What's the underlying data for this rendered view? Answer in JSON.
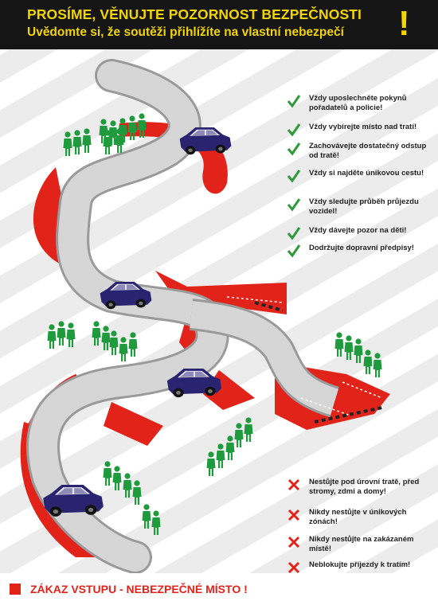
{
  "header": {
    "line1": "PROSÍME, VĚNUJTE POZORNOST BEZPEČNOSTI",
    "line2": "Uvědomte si, že soutěži přihlížíte na vlastní nebezpečí",
    "exclamation": "!"
  },
  "do_rules": [
    {
      "icon": "check-icon",
      "text": "Vždy uposlechněte pokynů pořadatelů a policie!"
    },
    {
      "icon": "check-icon",
      "text": "Vždy vybírejte místo nad tratí!"
    },
    {
      "icon": "check-icon",
      "text": "Zachovávejte dostatečný odstup od tratě!"
    },
    {
      "icon": "check-icon",
      "text": "Vždy si najděte únikovou cestu!"
    },
    {
      "icon": "check-icon",
      "text": "Vždy sledujte průběh průjezdu vozidel!"
    },
    {
      "icon": "check-icon",
      "text": "Vždy dávejte pozor na děti!"
    },
    {
      "icon": "check-icon",
      "text": "Dodržujte dopravní předpisy!"
    }
  ],
  "dont_rules": [
    {
      "icon": "cross-icon",
      "text": "Nestůjte pod úrovní tratě, před stromy, zdmi a domy!"
    },
    {
      "icon": "cross-icon",
      "text": "Nikdy nestůjte v únikových zónách!"
    },
    {
      "icon": "cross-icon",
      "text": "Nikdy nestůjte na zakázaném místě!"
    },
    {
      "icon": "cross-icon",
      "text": "Neblokujte příjezdy k tratím!"
    }
  ],
  "footer": {
    "text": "ZÁKAZ VSTUPU - NEBEZPEČNÉ MÍSTO !"
  },
  "colors": {
    "header_bg": "#151515",
    "header_text": "#f3d500",
    "danger_red": "#e2231a",
    "check_green": "#2e9a3a",
    "spectator_green": "#1f9a3c",
    "car_blue": "#2a2470",
    "road_gray": "#d6d6d6"
  }
}
